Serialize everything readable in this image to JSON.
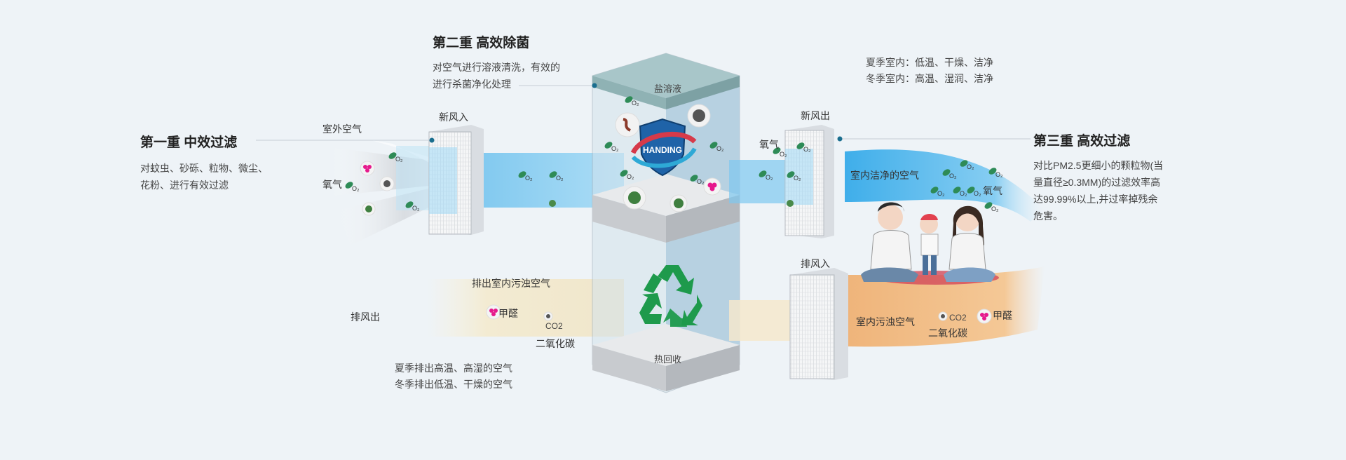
{
  "stage1": {
    "title": "第一重  中效过滤",
    "desc_line1": "对蚊虫、砂砾、粒物、微尘、",
    "desc_line2": "花粉、进行有效过滤",
    "outdoor_air": "室外空气",
    "oxygen": "氧气",
    "fresh_in": "新风入"
  },
  "stage2": {
    "title": "第二重  高效除菌",
    "desc_line1": "对空气进行溶液清洗，有效的",
    "desc_line2": "进行杀菌净化处理",
    "salt_solution": "盐溶液",
    "logo_text": "HANDING",
    "heat_recovery": "热回收"
  },
  "stage3": {
    "title": "第三重  高效过滤",
    "desc_line1": "对比PM2.5更细小的颗粒物(当",
    "desc_line2": "量直径≥0.3MM)的过滤效率高",
    "desc_line3": "达99.99%以上,并过率掉残余",
    "desc_line4": "危害。",
    "fresh_out": "新风出",
    "oxygen": "氧气",
    "clean_air": "室内洁净的空气",
    "oxygen_right": "氧气"
  },
  "indoor": {
    "summer": "夏季室内：低温、干燥、洁净",
    "winter": "冬季室内：高温、湿润、洁净"
  },
  "exhaust": {
    "exhaust_out": "排风出",
    "discharge_dirty": "排出室内污浊空气",
    "formaldehyde": "甲醛",
    "co2": "CO2",
    "carbon_dioxide": "二氧化碳",
    "summer": "夏季排出高温、高湿的空气",
    "winter": "冬季排出低温、干燥的空气",
    "exhaust_in": "排风入",
    "indoor_dirty": "室内污浊空气",
    "co2_right": "CO2",
    "formaldehyde_right": "甲醛",
    "carbon_dioxide_right": "二氧化碳"
  },
  "colors": {
    "fresh_stream": "#52b8ee",
    "exhaust_stream": "#f2e9cf",
    "dirty_stream": "#f0b070",
    "tower_glass": "#b6d2e3",
    "tower_top": "#8fb3b8",
    "recycle_green": "#1e9a4c",
    "leaf_green": "#2e8b57",
    "formaldehyde_pink": "#e6198c"
  }
}
